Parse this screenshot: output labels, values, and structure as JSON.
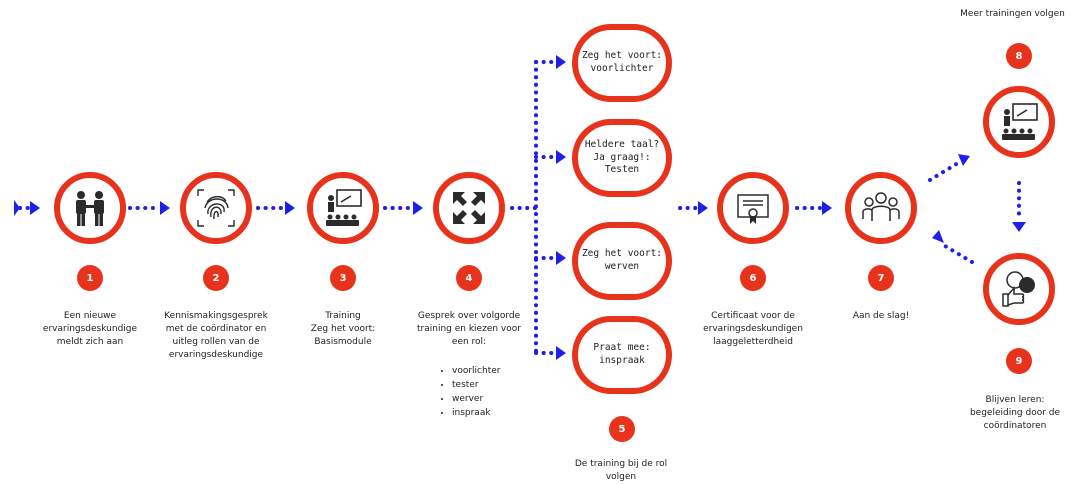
{
  "steps": [
    {
      "number": "1",
      "label": "Een nieuwe\nervaringsdeskundige\nmeldt zich aan"
    },
    {
      "number": "2",
      "label": "Kennismakingsgesprek\nmet de coördinator en\nuitleg rollen van de\nervaringsdeskundige"
    },
    {
      "number": "3",
      "label": "Training\nZeg het voort:\nBasismodule"
    },
    {
      "number": "4",
      "label": "Gesprek over volgorde\ntraining en kiezen voor\neen rol:"
    },
    {
      "number": "5",
      "label": "De training bij de rol\nvolgen"
    },
    {
      "number": "6",
      "label": "Certificaat voor de\nervaringsdeskundigen\nlaaggeletterdheid"
    },
    {
      "number": "7",
      "label": "Aan de slag!"
    },
    {
      "number": "8",
      "label": "Meer trainingen volgen"
    },
    {
      "number": "9",
      "label": "Blijven leren:\nbegeleiding door de\ncoördinatoren"
    }
  ],
  "roles": [
    "voorlichter",
    "tester",
    "werver",
    "inspraak"
  ],
  "trainings": [
    "Zeg het voort:\nvoorlichter",
    "Heldere taal?\nJa graag!:\nTesten",
    "Zeg het voort:\nwerven",
    "Praat mee:\ninspraak"
  ],
  "colors": {
    "accent": "#e8331c",
    "connector": "#1f1fe6",
    "icon": "#2b2b2b"
  },
  "icons": [
    "handshake-icon",
    "fingerprint-icon",
    "classroom-icon",
    "expand-arrows-icon",
    "certificate-icon",
    "group-icon",
    "classroom-icon",
    "thumbs-up-chat-icon"
  ]
}
